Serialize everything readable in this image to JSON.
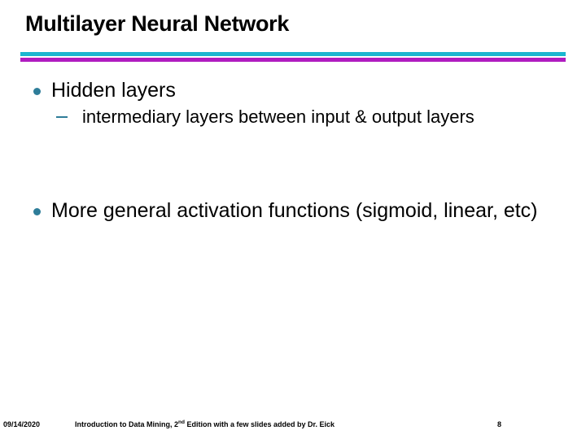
{
  "slide": {
    "title": "Multilayer Neural Network",
    "divider": {
      "teal_color": "#1BB6D0",
      "magenta_color": "#B01CC0"
    },
    "bullet_color": "#2E7D99",
    "bullets": [
      {
        "level": 1,
        "text": "Hidden layers",
        "children": [
          {
            "level": 2,
            "text": "intermediary layers between input & output layers"
          }
        ]
      },
      {
        "level": 1,
        "text": "More general activation functions (sigmoid, linear, etc)",
        "children": []
      }
    ]
  },
  "footer": {
    "date": "09/14/2020",
    "attribution_part1": "Introduction to Data Mining, 2",
    "attribution_superscript": "nd",
    "attribution_part2": " Edition with a few slides added by Dr. Eick",
    "page_number": "8"
  }
}
